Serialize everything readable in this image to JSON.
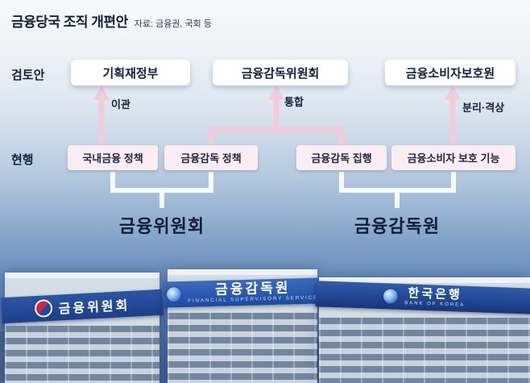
{
  "header": {
    "title": "금융당국 조직 개편안",
    "source": "자료: 금융권, 국회 등"
  },
  "diagram": {
    "row_labels": {
      "review": "검토안",
      "current": "현행"
    },
    "review_boxes": [
      {
        "label": "기획재정부"
      },
      {
        "label": "금융감독위원회"
      },
      {
        "label": "금융소비자보호원"
      }
    ],
    "arrow_labels": {
      "left": "이관",
      "middle": "통합",
      "right": "분리·격상"
    },
    "current_boxes": [
      {
        "label": "국내금융 정책"
      },
      {
        "label": "금융감독 정책"
      },
      {
        "label": "금융감독 집행"
      },
      {
        "label": "금융소비자 보호 기능"
      }
    ],
    "group_labels": [
      {
        "label": "금융위원회"
      },
      {
        "label": "금융감독원"
      }
    ]
  },
  "buildings": [
    {
      "sign": "금융위원회",
      "sub": ""
    },
    {
      "sign": "금융감독원",
      "sub": "FINANCIAL SUPERVISORY SERVICE"
    },
    {
      "sign": "한국은행",
      "sub": "BANK OF KOREA"
    }
  ],
  "colors": {
    "title_navy": "#14213c",
    "arrow_pink": "#f2cdd9",
    "current_box_pink": "#fbeef2",
    "review_box_white": "#ffffff",
    "sign_blue": "#1e4a9e",
    "sky_blue": "#4d72a8"
  }
}
